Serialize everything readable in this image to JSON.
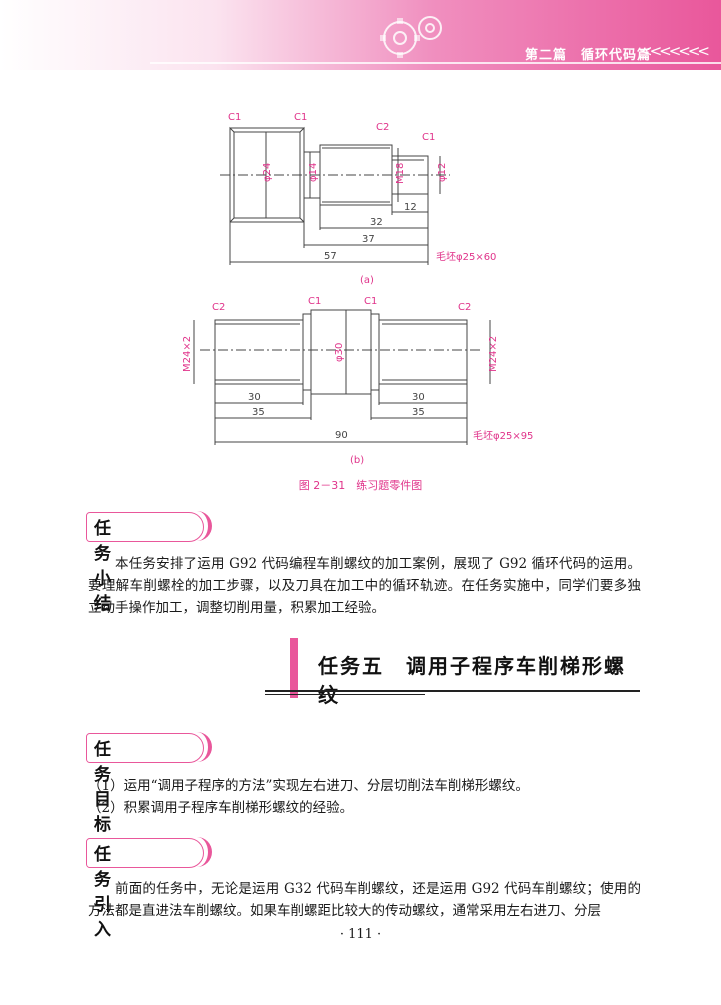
{
  "header": {
    "section_title": "第二篇　循环代码篇",
    "arrows": "<<<<<<<"
  },
  "figure": {
    "caption": "图 2－31　练习题零件图",
    "a": {
      "label": "(a)",
      "chamfers": [
        "C1",
        "C1",
        "C2",
        "C1"
      ],
      "diameters": [
        "φ24",
        "φ14",
        "M18",
        "φ12"
      ],
      "lengths": [
        "12",
        "32",
        "37",
        "57"
      ],
      "blank": "毛坯φ25×60"
    },
    "b": {
      "label": "(b)",
      "chamfers": [
        "C2",
        "C1",
        "C1",
        "C2"
      ],
      "diameters": [
        "M24×2",
        "φ30",
        "M24×2"
      ],
      "lengths": [
        "30",
        "30",
        "35",
        "35",
        "90"
      ],
      "blank": "毛坯φ25×95"
    }
  },
  "summary": {
    "tag": "任务小结",
    "text": "本任务安排了运用 G92 代码编程车削螺纹的加工案例，展现了 G92 循环代码的运用。要理解车削螺栓的加工步骤，以及刀具在加工中的循环轨迹。在任务实施中，同学们要多独立动手操作加工，调整切削用量，积累加工经验。"
  },
  "task5": {
    "title": "任务五　调用子程序车削梯形螺纹"
  },
  "goals": {
    "tag": "任务目标",
    "items": [
      "（1）运用“调用子程序的方法”实现左右进刀、分层切削法车削梯形螺纹。",
      "（2）积累调用子程序车削梯形螺纹的经验。"
    ]
  },
  "intro": {
    "tag": "任务引入",
    "text": "前面的任务中，无论是运用 G32 代码车削螺纹，还是运用 G92 代码车削螺纹；使用的方法都是直进法车削螺纹。如果车削螺距比较大的传动螺纹，通常采用左右进刀、分层"
  },
  "page_number": "· 111 ·",
  "colors": {
    "accent": "#e9579b",
    "dim": "#e0338a"
  }
}
